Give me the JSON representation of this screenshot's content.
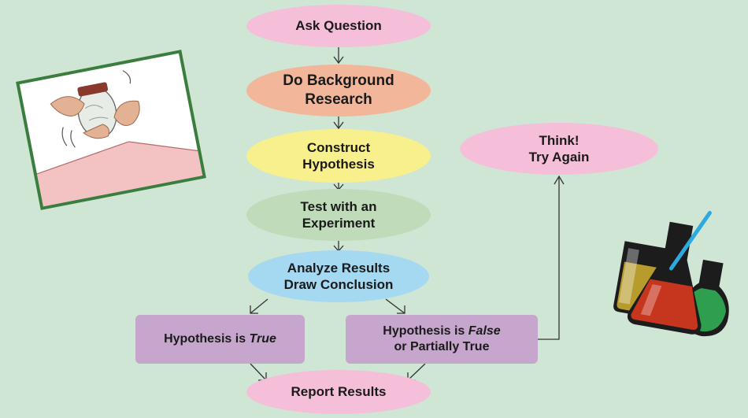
{
  "nodes": {
    "ask": {
      "line1": "Ask Question"
    },
    "research": {
      "line1": "Do Background",
      "line2": "Research"
    },
    "hypothesis": {
      "line1": "Construct",
      "line2": "Hypothesis"
    },
    "test": {
      "line1": "Test with an",
      "line2": "Experiment"
    },
    "analyze": {
      "line1": "Analyze Results",
      "line2": "Draw Conclusion"
    },
    "true": {
      "prefix": "Hypothesis is ",
      "emph": "True"
    },
    "false": {
      "prefix": "Hypothesis is ",
      "emph": "False",
      "line2": "or Partially True"
    },
    "think": {
      "line1": "Think!",
      "line2": "Try Again"
    },
    "report": {
      "line1": "Report Results"
    }
  },
  "colors": {
    "background": "#cfe6d4",
    "pink": "#f5bfd9",
    "salmon": "#f2b69b",
    "yellow": "#f7f08c",
    "green": "#bfdbba",
    "blue": "#a5d8f1",
    "purple": "#c7a6cd"
  },
  "illustrations": [
    "hands-shaking-jar-image",
    "chemistry-flasks-image"
  ]
}
